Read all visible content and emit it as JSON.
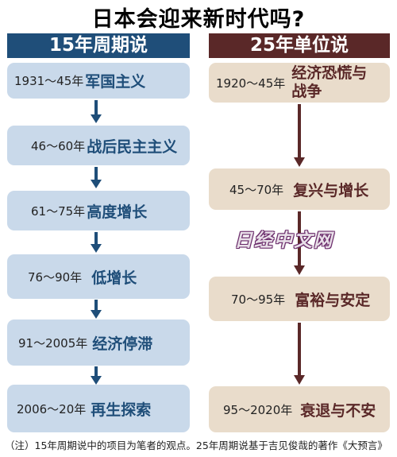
{
  "title": "日本会迎来新时代吗?",
  "left": {
    "header": "15年周期说",
    "color": "#1f4e79",
    "items": [
      {
        "years": "1931～45年",
        "label": "军国主义"
      },
      {
        "years": "46～60年",
        "label": "战后民主主义"
      },
      {
        "years": "61～75年",
        "label": "高度增长"
      },
      {
        "years": "76～90年",
        "label": "低增长"
      },
      {
        "years": "91～2005年",
        "label": "经济停滞"
      },
      {
        "years": "2006～20年",
        "label": "再生探索"
      }
    ]
  },
  "right": {
    "header": "25年单位说",
    "color": "#5a2828",
    "items": [
      {
        "years": "1920～45年",
        "label_line1": "经济恐慌与",
        "label_line2": "战争"
      },
      {
        "years": "45～70年",
        "label": "复兴与增长"
      },
      {
        "years": "70～95年",
        "label": "富裕与安定"
      },
      {
        "years": "95～2020年",
        "label": "衰退与不安"
      }
    ]
  },
  "watermark": "日经中文网",
  "note": "（注）15年周期说中的项目为笔者的观点。25年周期说基于吉见俊哉的著作《大预言》"
}
